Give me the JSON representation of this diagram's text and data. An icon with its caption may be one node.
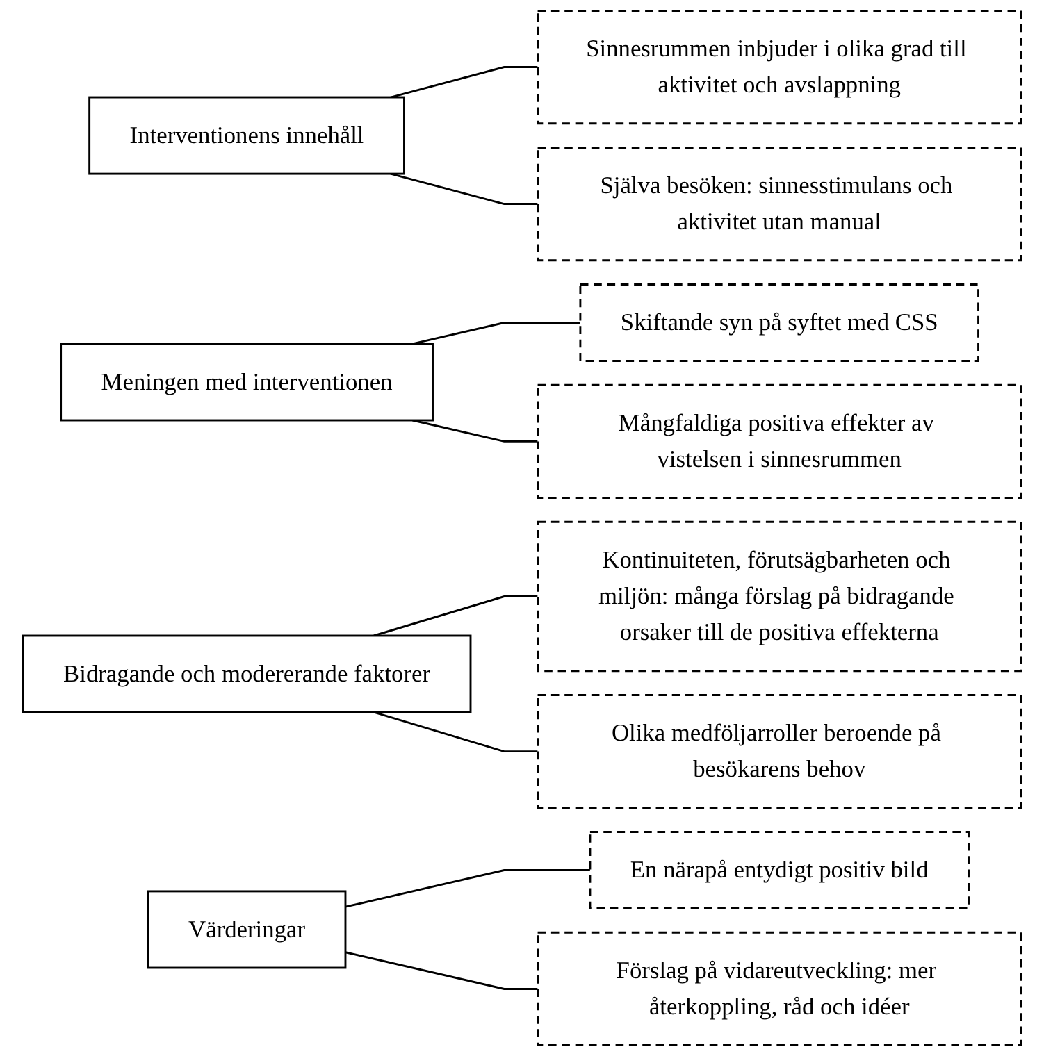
{
  "diagram": {
    "nodes": [
      {
        "text": [
          "Interventionens innehåll"
        ]
      },
      {
        "text": [
          "Sinnesrummen inbjuder i olika grad till aktivitet och avslappning"
        ]
      },
      {
        "text": [
          "Själva besöken: sinnesstimulans och aktivitet utan manual"
        ]
      },
      {
        "text": [
          "Meningen med interventionen"
        ]
      },
      {
        "text": [
          "Skiftande syn på syftet med CSS"
        ]
      },
      {
        "text": [
          "Mångfaldiga positiva effekter av vistelsen i sinnesrummen"
        ]
      },
      {
        "text": [
          "Bidragande och modererande faktorer"
        ]
      },
      {
        "text": [
          "Kontinuiteten, förutsägbarheten och miljön: många förslag på bidragande orsaker till de positiva effekterna"
        ]
      },
      {
        "text": [
          "Olika medföljarroller beroende på besökarens behov"
        ]
      },
      {
        "text": [
          "Värderingar"
        ]
      },
      {
        "text": [
          "En närapå entydigt positiv bild"
        ]
      },
      {
        "text": [
          "Förslag på vidareutveckling: mer återkoppling, råd och idéer"
        ]
      }
    ],
    "edges": [
      {
        "from": 0,
        "to": 1,
        "arrow": "none"
      },
      {
        "from": 0,
        "to": 2,
        "arrow": "none"
      },
      {
        "from": 3,
        "to": 4,
        "arrow": "none"
      },
      {
        "from": 3,
        "to": 5,
        "arrow": "none"
      },
      {
        "from": 6,
        "to": 7,
        "arrow": "none"
      },
      {
        "from": 6,
        "to": 8,
        "arrow": "none"
      },
      {
        "from": 9,
        "to": 10,
        "arrow": "none"
      },
      {
        "from": 9,
        "to": 11,
        "arrow": "none"
      }
    ]
  }
}
